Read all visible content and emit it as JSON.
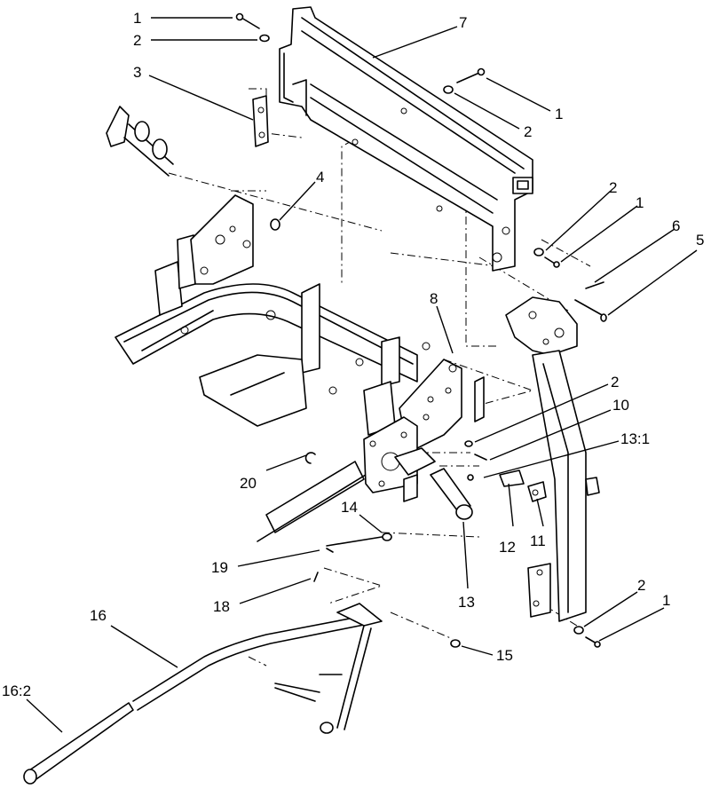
{
  "figure": {
    "description_visible": false,
    "callouts": [
      {
        "id": "c1a",
        "text": "1"
      },
      {
        "id": "c2a",
        "text": "2"
      },
      {
        "id": "c3",
        "text": "3"
      },
      {
        "id": "c7",
        "text": "7"
      },
      {
        "id": "c1b",
        "text": "1"
      },
      {
        "id": "c2b",
        "text": "2"
      },
      {
        "id": "c4",
        "text": "4"
      },
      {
        "id": "c2c",
        "text": "2"
      },
      {
        "id": "c1c",
        "text": "1"
      },
      {
        "id": "c6",
        "text": "6"
      },
      {
        "id": "c5",
        "text": "5"
      },
      {
        "id": "c8",
        "text": "8"
      },
      {
        "id": "c2d",
        "text": "2"
      },
      {
        "id": "c10",
        "text": "10"
      },
      {
        "id": "c13_1",
        "text": "13:1"
      },
      {
        "id": "c20",
        "text": "20"
      },
      {
        "id": "c14",
        "text": "14"
      },
      {
        "id": "c12",
        "text": "12"
      },
      {
        "id": "c11",
        "text": "11"
      },
      {
        "id": "c19",
        "text": "19"
      },
      {
        "id": "c13",
        "text": "13"
      },
      {
        "id": "c18",
        "text": "18"
      },
      {
        "id": "c2e",
        "text": "2"
      },
      {
        "id": "c1d",
        "text": "1"
      },
      {
        "id": "c16",
        "text": "16"
      },
      {
        "id": "c15",
        "text": "15"
      },
      {
        "id": "c16_2",
        "text": "16:2"
      }
    ]
  }
}
